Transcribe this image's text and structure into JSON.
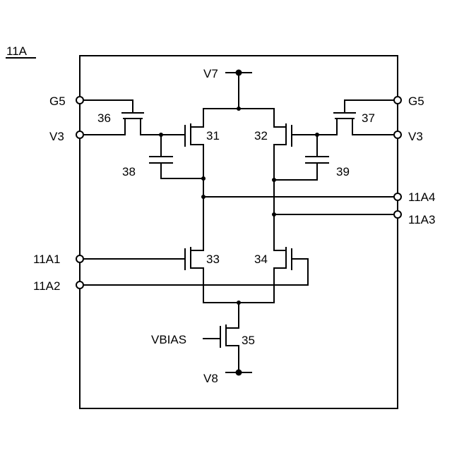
{
  "figure_label": "11A",
  "supplies": {
    "top": "V7",
    "bottom": "V8",
    "bias": "VBIAS"
  },
  "ports": {
    "left_gate": "G5",
    "left_v3": "V3",
    "right_gate": "G5",
    "right_v3": "V3",
    "in1": "11A1",
    "in2": "11A2",
    "out4": "11A4",
    "out3": "11A3"
  },
  "transistors": {
    "t31": "31",
    "t32": "32",
    "t33": "33",
    "t34": "34",
    "t35": "35",
    "t36": "36",
    "t37": "37"
  },
  "capacitors": {
    "c38": "38",
    "c39": "39"
  }
}
